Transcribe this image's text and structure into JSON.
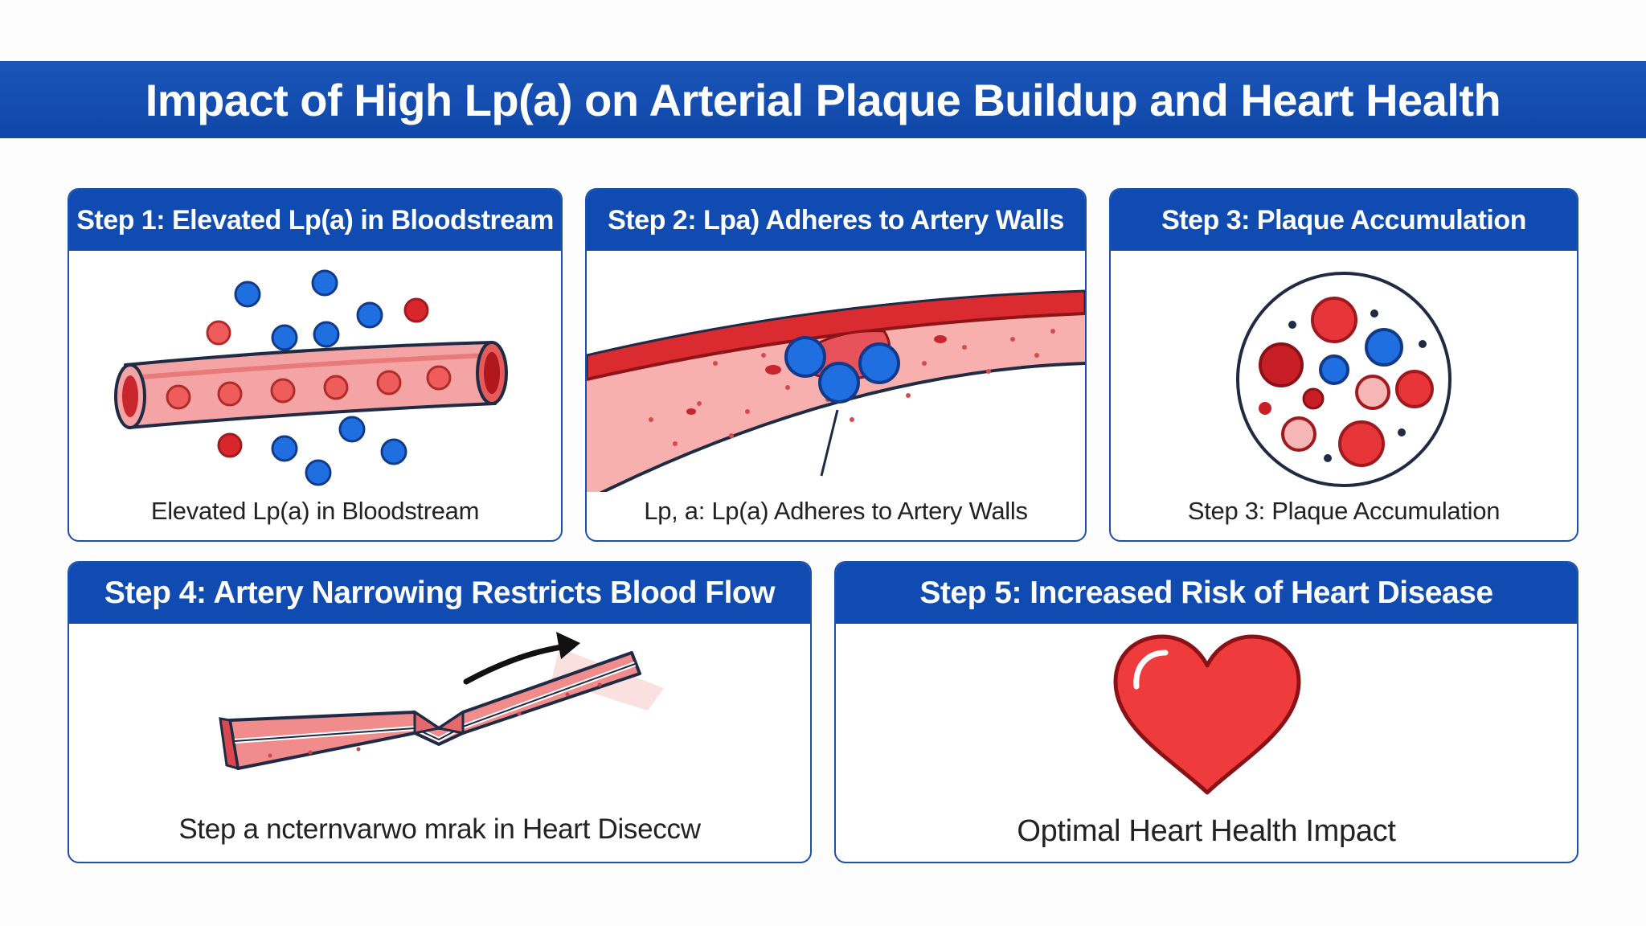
{
  "title": "Impact of High Lp(a) on Arterial Plaque Buildup and Heart Health",
  "steps": [
    {
      "header": "Step 1: Elevated Lp(a) in Bloodstream",
      "caption": "Elevated Lp(a) in Bloodstream"
    },
    {
      "header": "Step 2: Lpa) Adheres to Artery Walls",
      "caption": "Lp, a: Lp(a) Adheres to Artery Walls"
    },
    {
      "header": "Step 3: Plaque Accumulation",
      "caption": "Step 3: Plaque Accumulation"
    },
    {
      "header": "Step 4: Artery Narrowing Restricts Blood Flow",
      "caption": "Step a ncternvarwo mrak in Heart Diseccw"
    },
    {
      "header": "Step 5: Increased Risk of Heart Disease",
      "caption": "Optimal Heart Health Impact"
    }
  ],
  "colors": {
    "banner_blue": "#1353b5",
    "header_blue": "#0f4bb0",
    "lpa_blue": "#1f6fe0",
    "artery_red": "#e8525a",
    "heart_red": "#ef3b3b"
  },
  "icons": [
    "artery-icon",
    "lpa-particle-icon",
    "plaque-circle-icon",
    "narrowed-artery-icon",
    "flow-arrow-icon",
    "heart-icon"
  ]
}
